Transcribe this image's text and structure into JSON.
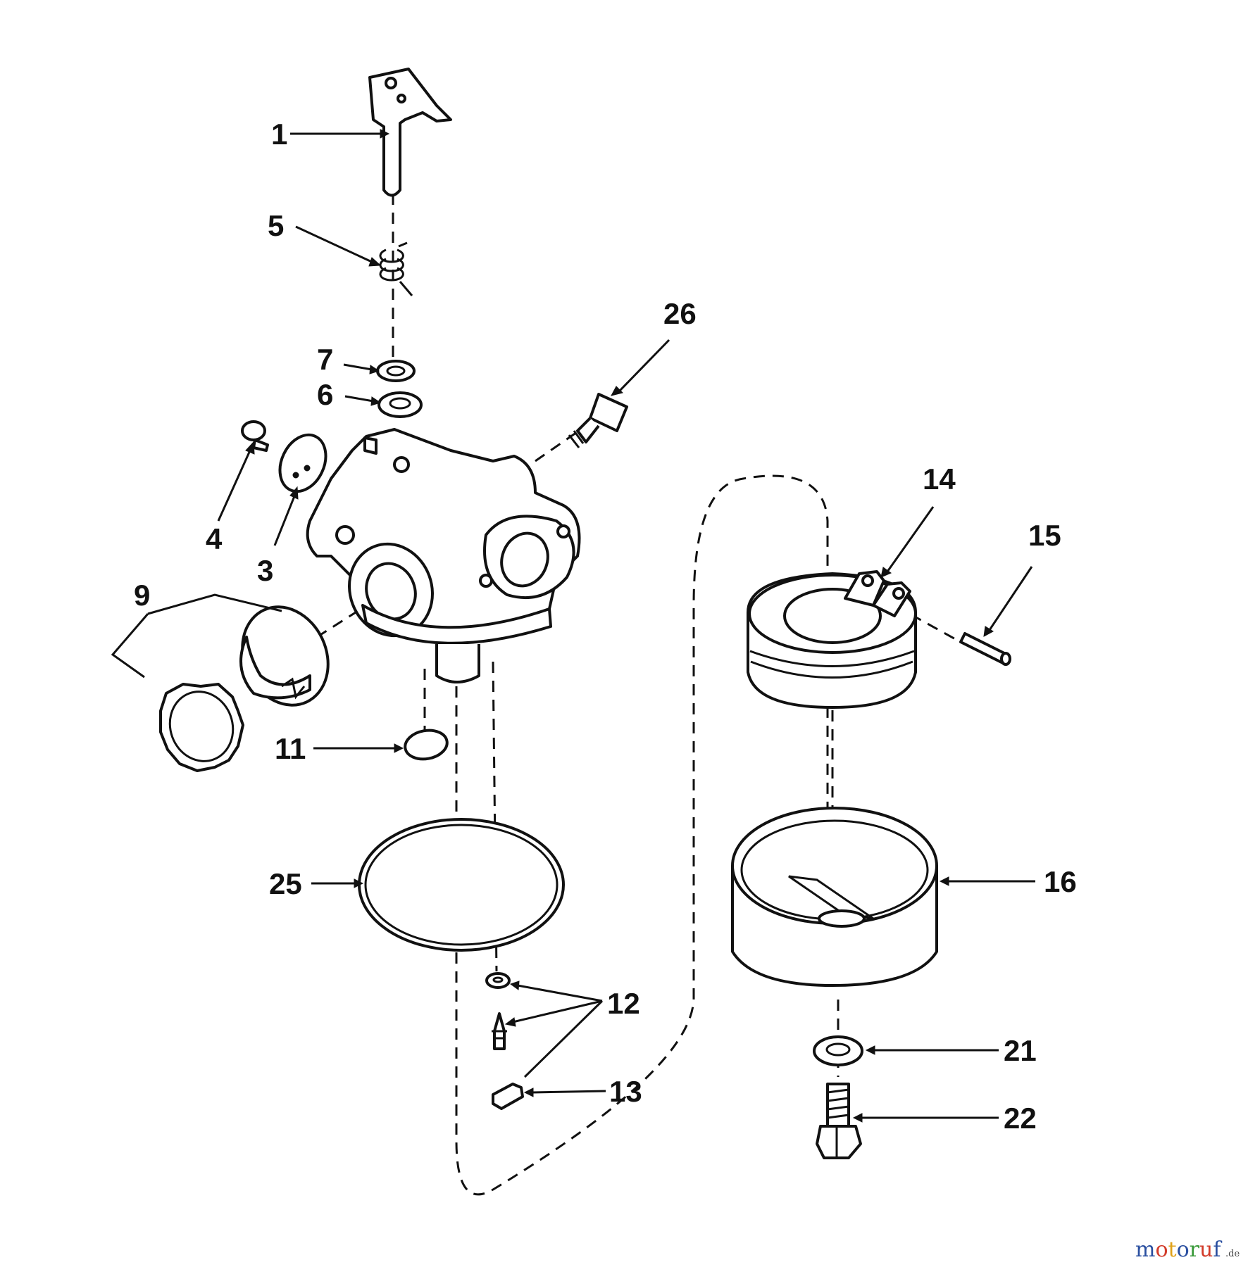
{
  "labels": {
    "l1": "1",
    "l3": "3",
    "l4": "4",
    "l5": "5",
    "l6": "6",
    "l7": "7",
    "l9": "9",
    "l11": "11",
    "l12": "12",
    "l13": "13",
    "l14": "14",
    "l15": "15",
    "l16": "16",
    "l21": "21",
    "l22": "22",
    "l25": "25",
    "l26": "26"
  },
  "watermark": {
    "parts": [
      "m",
      "o",
      "t",
      "o",
      "r",
      "u",
      "f"
    ],
    "suffix": ".de"
  },
  "colors": {
    "ink": "#111111",
    "watermark_palette": [
      "#2a4fa0",
      "#d23b2a",
      "#e0a21a",
      "#2a4fa0",
      "#3a9a3a",
      "#d23b2a",
      "#2a4fa0"
    ]
  }
}
